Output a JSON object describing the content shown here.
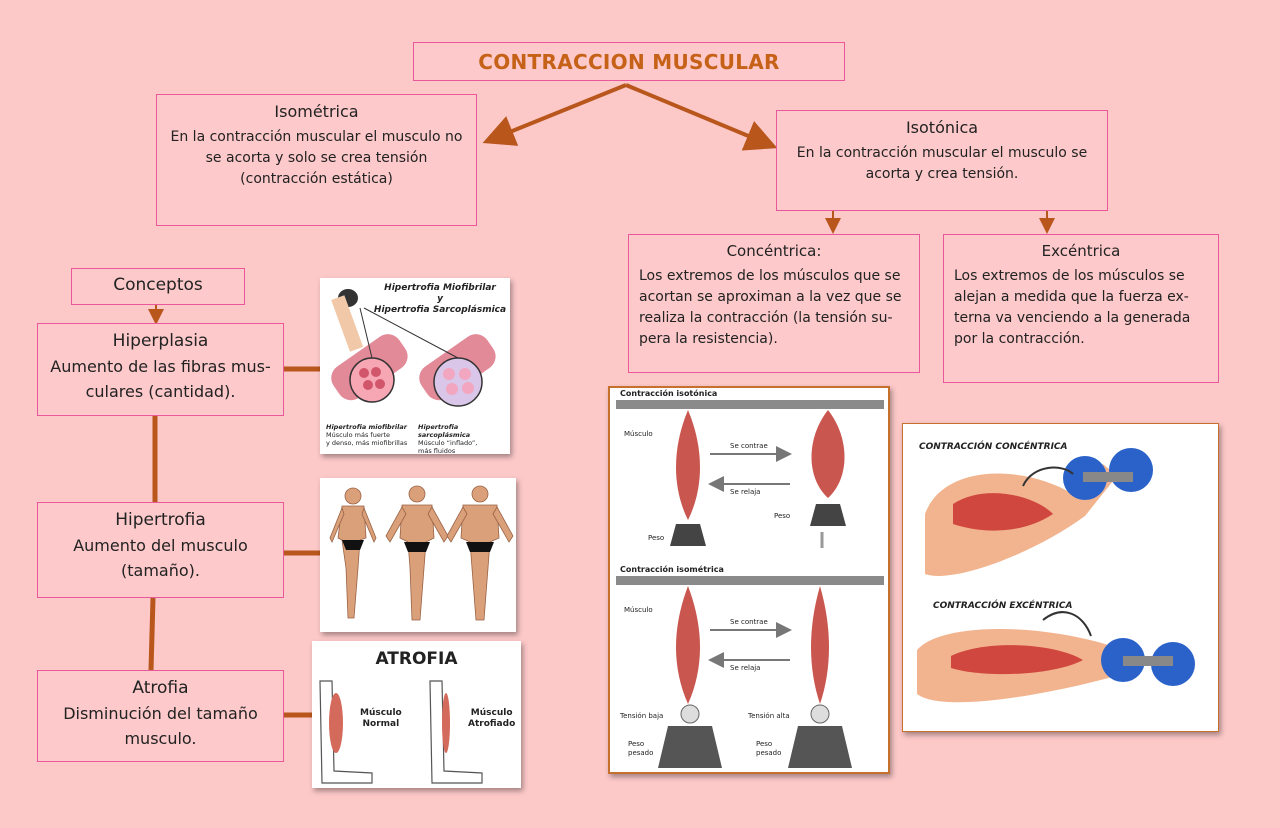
{
  "title": "CONTRACCION MUSCULAR",
  "isometrica": {
    "heading": "Isométrica",
    "lines": [
      "En la contracción muscular el musculo no",
      "se acorta y solo se crea tensión",
      "(contracción estática)"
    ]
  },
  "isotonica": {
    "heading": "Isotónica",
    "lines": [
      "En la contracción muscular el musculo se",
      "acorta y crea tensión."
    ]
  },
  "concentrica": {
    "heading": "Concéntrica:",
    "lines": [
      " Los extremos de los músculos que se",
      "acortan se aproximan a la vez que se",
      "realiza la contracción (la tensión su-",
      "pera la resistencia)."
    ]
  },
  "excentrica": {
    "heading": "Excéntrica",
    "lines": [
      " Los extremos de los músculos se",
      "alejan a medida que la fuerza ex-",
      "terna va venciendo a la generada",
      "por la contracción."
    ]
  },
  "conceptos": {
    "label": "Conceptos",
    "hiperplasia": {
      "title": "Hiperplasia",
      "lines": [
        "Aumento de las fibras mus-",
        "culares (cantidad)."
      ]
    },
    "hipertrofia": {
      "title": "Hipertrofia",
      "lines": [
        "Aumento del musculo",
        "(tamaño)."
      ]
    },
    "atrofia": {
      "title": "Atrofia",
      "lines": [
        "Disminución del tamaño",
        "musculo."
      ]
    }
  },
  "img_hipertrofia_tipos": {
    "title_1": "Hipertrofia Miofibrilar",
    "title_2": "y",
    "title_3": "Hipertrofia Sarcoplásmica",
    "left_caption": [
      "Hipertrofia miofibrilar",
      "Músculo más fuerte",
      "y denso, más miofibrillas"
    ],
    "right_caption": [
      "Hipertrofia sarcoplásmica",
      "Músculo “inflado”,",
      "más fluidos"
    ]
  },
  "img_atrofia": {
    "title": "ATROFIA",
    "label_normal": [
      "Músculo",
      "Normal"
    ],
    "label_atrofiado": [
      "Músculo",
      "Atrofiado"
    ]
  },
  "img_contraccion": {
    "isotonica_title": "Contracción isotónica",
    "isometrica_title": "Contracción isométrica",
    "musculo": "Músculo",
    "se_contrae": "Se contrae",
    "se_relaja": "Se relaja",
    "peso": "Peso",
    "tension_baja": "Tensión baja",
    "tension_alta": "Tensión alta",
    "peso_pesado": [
      "Peso",
      "pesado"
    ]
  },
  "img_conc_exc": {
    "concentrica": "CONTRACCIÓN CONCÉNTRICA",
    "excentrica": "CONTRACCIÓN EXCÉNTRICA"
  },
  "colors": {
    "background": "#fcc8c8",
    "border": "#e8589a",
    "title": "#c66118",
    "connector": "#b8561c"
  }
}
